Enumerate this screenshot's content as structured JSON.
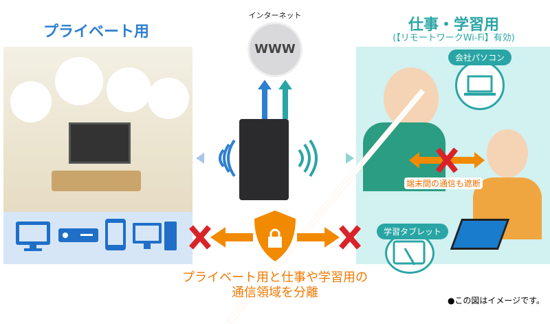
{
  "left": {
    "title": "プライベート用"
  },
  "right": {
    "title": "仕事・学習用",
    "subtitle": "(【リモートワークWi-Fi】有効)",
    "pc_label": "会社パソコン",
    "tablet_label": "学習タブレット",
    "block_label": "端末間の通信も遮断"
  },
  "center": {
    "internet_label": "インターネット",
    "www": "WWW"
  },
  "bottom": {
    "line1": "プライベート用と仕事や学習用の",
    "line2": "通信領域を分離"
  },
  "note": "●この図はイメージです。",
  "colors": {
    "blue": "#2f7fd0",
    "teal": "#2aa5a5",
    "orange": "#f07800",
    "red": "#d9232a"
  }
}
